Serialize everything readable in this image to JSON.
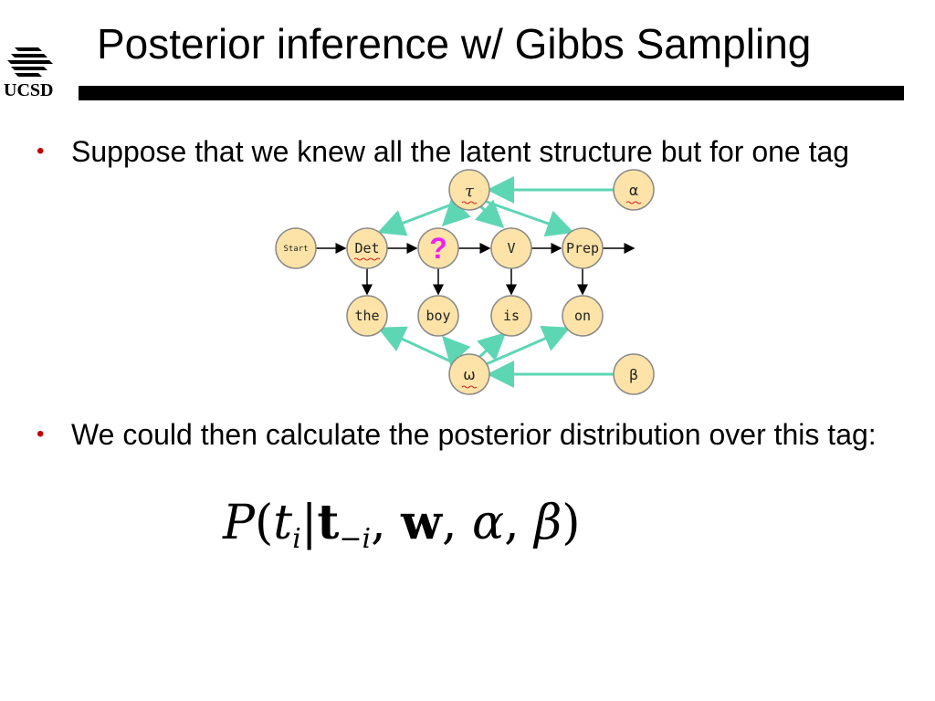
{
  "logo": {
    "text": "UCSD"
  },
  "title": "Posterior inference w/ Gibbs Sampling",
  "bullets": [
    {
      "text": "Suppose that we knew all the latent structure but for one tag"
    },
    {
      "text": "We could then calculate the posterior distribution over this tag:"
    }
  ],
  "diagram": {
    "nodes": {
      "tau": "τ",
      "alpha": "α",
      "start": "Start",
      "det": "Det",
      "unknown": "?",
      "v": "V",
      "prep": "Prep",
      "the": "the",
      "boy": "boy",
      "is": "is",
      "on": "on",
      "omega": "ω",
      "beta": "β"
    }
  },
  "formula": {
    "P": "P",
    "t": "t",
    "i": "i",
    "bold_t": "t",
    "minus_i": "−i",
    "bold_w": "w",
    "alpha": "α",
    "beta": "β"
  },
  "colors": {
    "node_fill": "#fde3a7",
    "node_stroke": "#8a8a8a",
    "edge_green": "#5dd6b4",
    "question_mark": "#ee22ee",
    "bullet_dot": "#c00000"
  }
}
